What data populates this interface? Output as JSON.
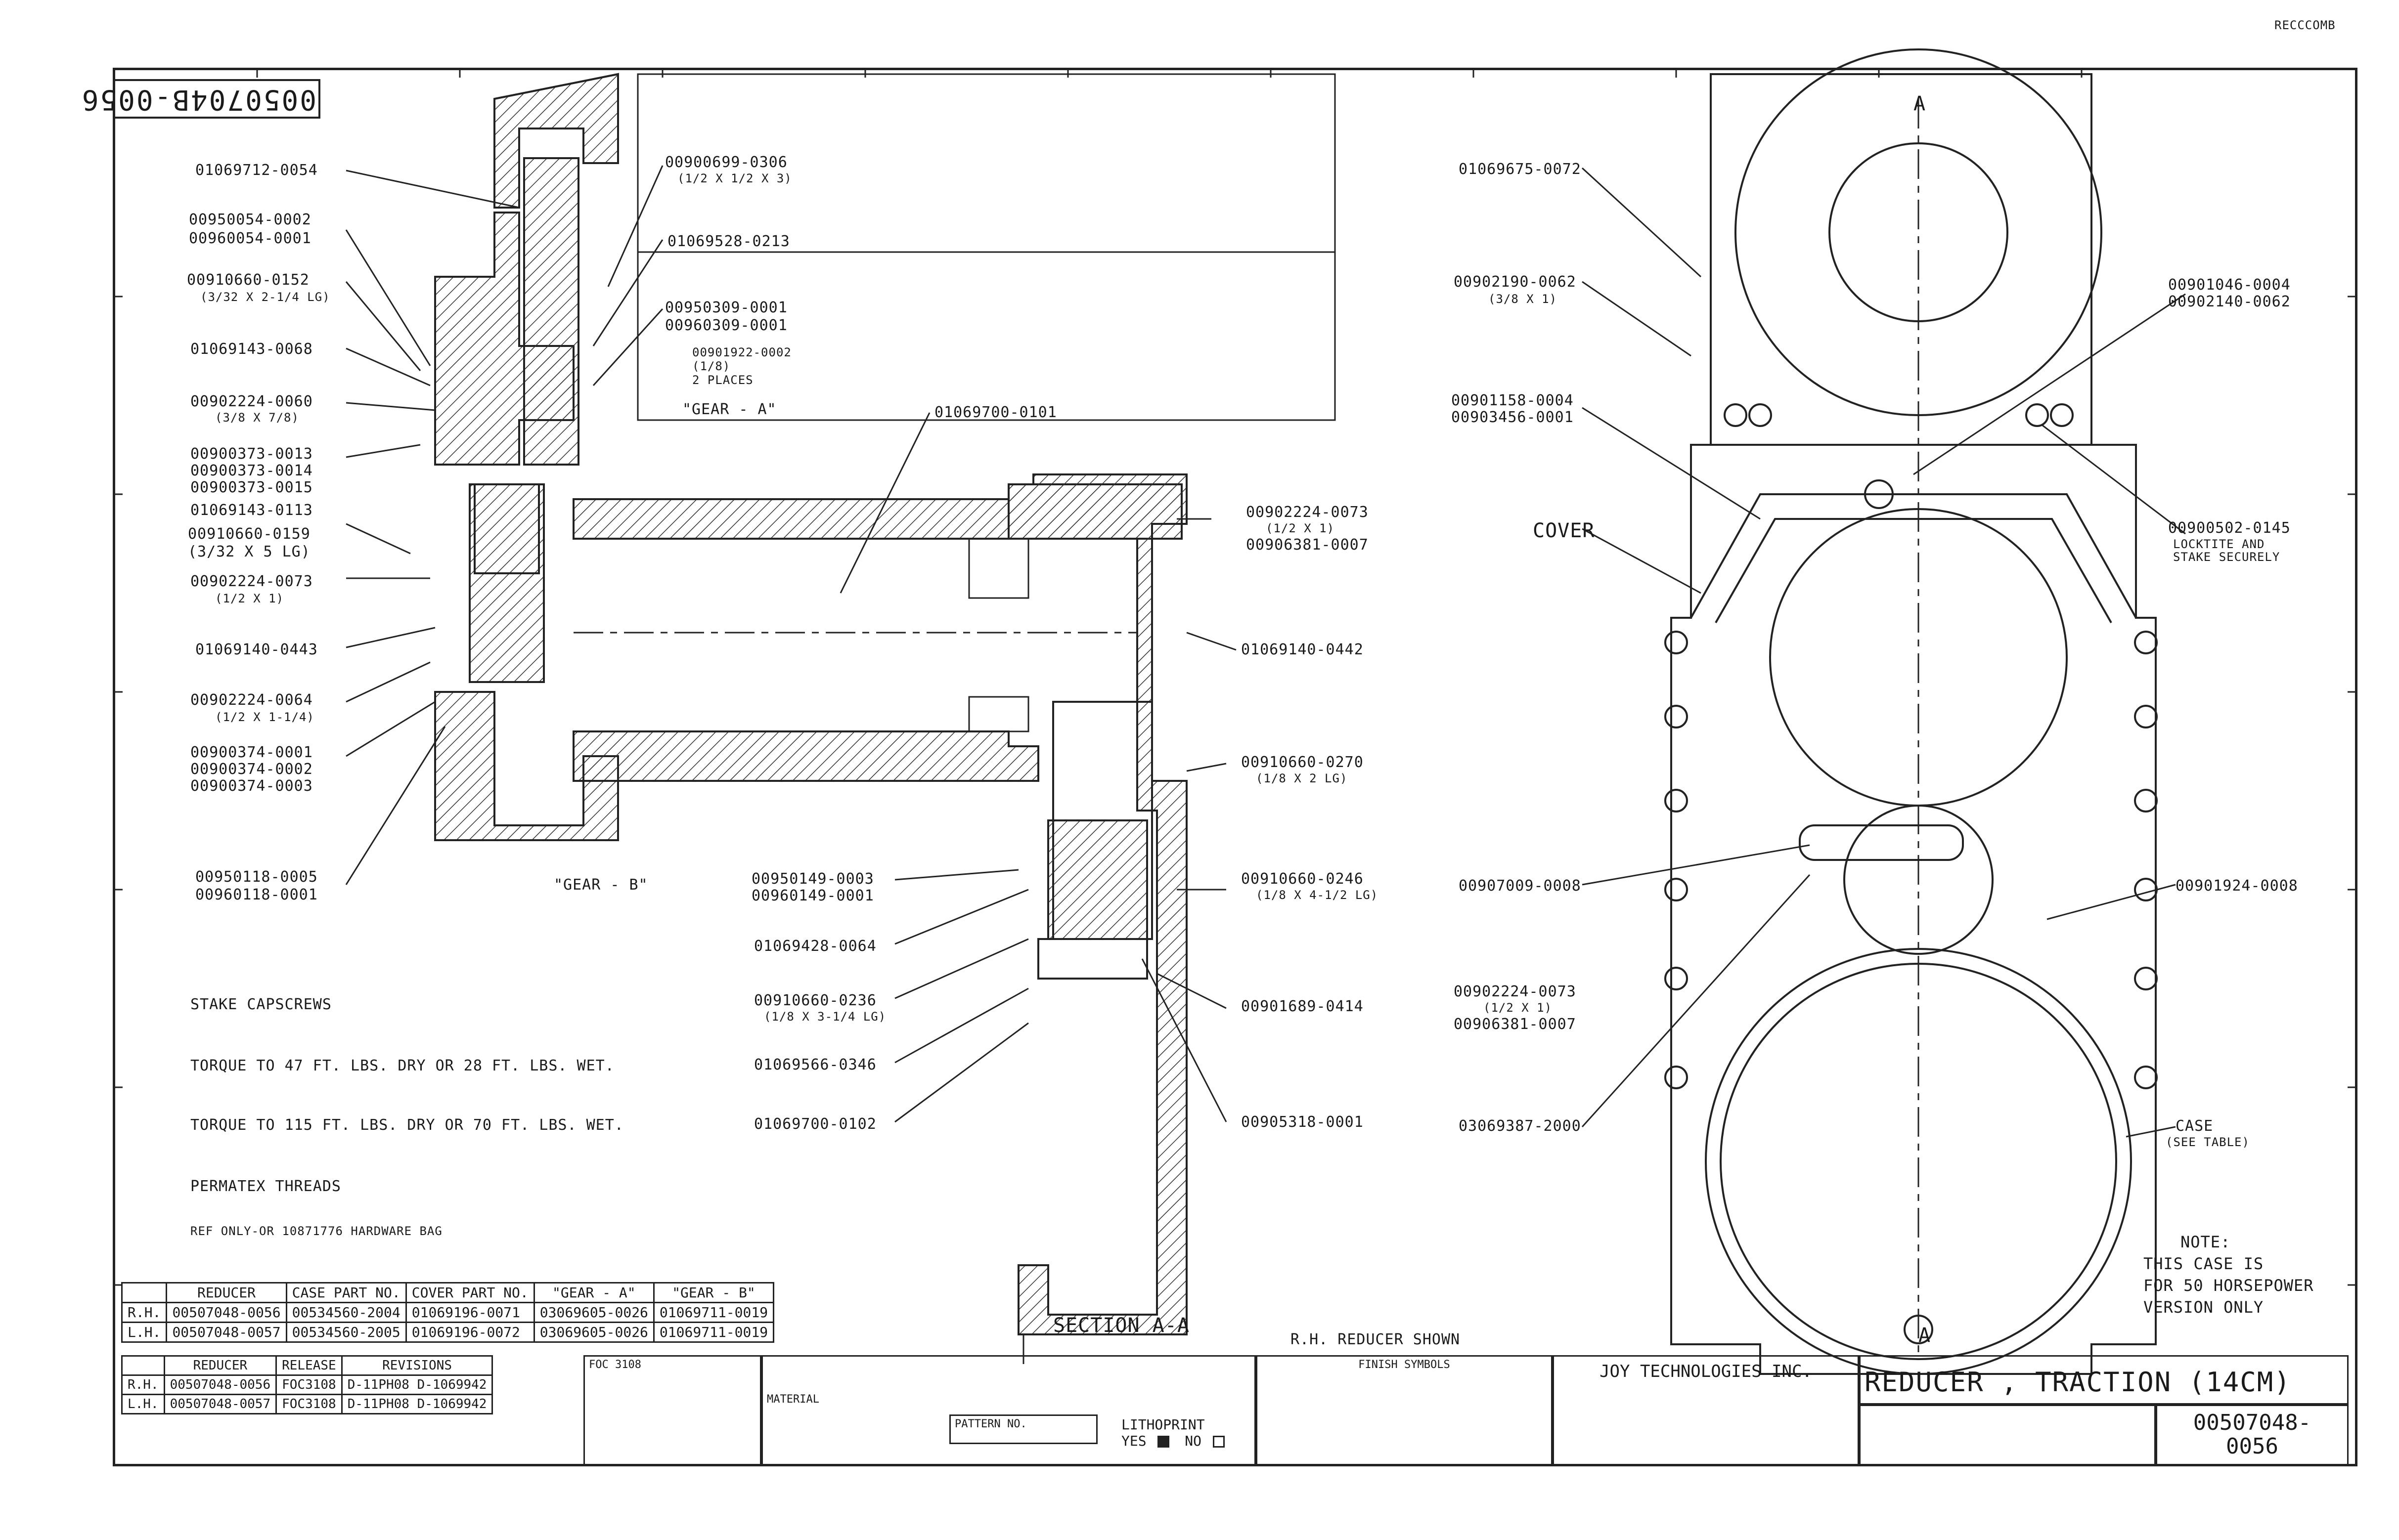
{
  "drawing": {
    "corner_stamp": "0050704B-0056",
    "top_right_stamp": "RECCCOMB"
  },
  "left_callouts": [
    {
      "text": "01069712-0054"
    },
    {
      "text": "00950054-0002"
    },
    {
      "text": "00960054-0001"
    },
    {
      "text": "00910660-0152"
    },
    {
      "text": "(3/32 X 2-1/4 LG)"
    },
    {
      "text": "01069143-0068"
    },
    {
      "text": "00902224-0060"
    },
    {
      "text": "(3/8 X 7/8)"
    },
    {
      "text": "00900373-0013"
    },
    {
      "text": "00900373-0014"
    },
    {
      "text": "00900373-0015"
    },
    {
      "text": "01069143-0113"
    },
    {
      "text": "00910660-0159"
    },
    {
      "text": "(3/32 X 5 LG)"
    },
    {
      "text": "00902224-0073"
    },
    {
      "text": "(1/2 X 1)"
    },
    {
      "text": "01069140-0443"
    },
    {
      "text": "00902224-0064"
    },
    {
      "text": "(1/2 X 1-1/4)"
    },
    {
      "text": "00900374-0001"
    },
    {
      "text": "00900374-0002"
    },
    {
      "text": "00900374-0003"
    },
    {
      "text": "00950118-0005"
    },
    {
      "text": "00960118-0001"
    }
  ],
  "center_callouts": [
    {
      "text": "00900699-0306"
    },
    {
      "text": "(1/2 X 1/2 X 3)"
    },
    {
      "text": "01069528-0213"
    },
    {
      "text": "00950309-0001"
    },
    {
      "text": "00960309-0001"
    },
    {
      "text": "00901922-0002"
    },
    {
      "text": "(1/8)"
    },
    {
      "text": "2 PLACES"
    },
    {
      "text": "\"GEAR - A\""
    },
    {
      "text": "01069700-0101"
    },
    {
      "text": "\"GEAR - B\""
    },
    {
      "text": "00950149-0003"
    },
    {
      "text": "00960149-0001"
    },
    {
      "text": "01069428-0064"
    },
    {
      "text": "00910660-0236"
    },
    {
      "text": "(1/8 X 3-1/4 LG)"
    },
    {
      "text": "01069566-0346"
    },
    {
      "text": "01069700-0102"
    },
    {
      "text": "00902224-0073"
    },
    {
      "text": "(1/2 X 1)"
    },
    {
      "text": "00906381-0007"
    },
    {
      "text": "01069140-0442"
    },
    {
      "text": "00910660-0270"
    },
    {
      "text": "(1/8 X 2 LG)"
    },
    {
      "text": "00910660-0246"
    },
    {
      "text": "(1/8 X 4-1/2 LG)"
    },
    {
      "text": "00901689-0414"
    },
    {
      "text": "00905318-0001"
    },
    {
      "text": "SECTION A-A"
    }
  ],
  "right_callouts": [
    {
      "text": "01069675-0072"
    },
    {
      "text": "00902190-0062"
    },
    {
      "text": "(3/8 X 1)"
    },
    {
      "text": "00901158-0004"
    },
    {
      "text": "00903456-0001"
    },
    {
      "text": "COVER"
    },
    {
      "text": "00901046-0004"
    },
    {
      "text": "00902140-0062"
    },
    {
      "text": "00900502-0145"
    },
    {
      "text": "LOCKTITE AND"
    },
    {
      "text": "STAKE SECURELY"
    },
    {
      "text": "00907009-0008"
    },
    {
      "text": "00901924-0008"
    },
    {
      "text": "00902224-0073"
    },
    {
      "text": "(1/2 X 1)"
    },
    {
      "text": "00906381-0007"
    },
    {
      "text": "03069387-2000"
    },
    {
      "text": "CASE"
    },
    {
      "text": "(SEE TABLE)"
    },
    {
      "text": "NOTE:"
    },
    {
      "text": "THIS CASE IS"
    },
    {
      "text": "FOR 50 HORSEPOWER"
    },
    {
      "text": "VERSION ONLY"
    },
    {
      "text": "A"
    },
    {
      "text": "A"
    },
    {
      "text": "R.H. REDUCER SHOWN"
    }
  ],
  "legend": [
    {
      "text": "STAKE CAPSCREWS"
    },
    {
      "text": "TORQUE TO 47 FT. LBS. DRY OR 28 FT. LBS. WET."
    },
    {
      "text": "TORQUE TO 115 FT. LBS. DRY OR 70 FT. LBS. WET."
    },
    {
      "text": "PERMATEX THREADS"
    },
    {
      "text": "REF ONLY-OR 10871776 HARDWARE BAG"
    }
  ],
  "part_table": {
    "headers": [
      "",
      "REDUCER",
      "CASE PART NO.",
      "COVER PART NO.",
      "\"GEAR - A\"",
      "\"GEAR - B\""
    ],
    "rows": [
      [
        "R.H.",
        "00507048-0056",
        "00534560-2004",
        "01069196-0071",
        "03069605-0026",
        "01069711-0019"
      ],
      [
        "L.H.",
        "00507048-0057",
        "00534560-2005",
        "01069196-0072",
        "03069605-0026",
        "01069711-0019"
      ]
    ]
  },
  "release_table": {
    "headers": [
      "",
      "REDUCER",
      "RELEASE",
      "REVISIONS"
    ],
    "rows": [
      [
        "R.H.",
        "00507048-0056",
        "FOC3108",
        "D-11PH08  D-1069942"
      ],
      [
        "L.H.",
        "00507048-0057",
        "FOC3108",
        "D-11PH08  D-1069942"
      ]
    ]
  },
  "title_block": {
    "company": "JOY TECHNOLOGIES INC.",
    "title": "REDUCER , TRACTION (14CM)",
    "drawing_number_line1": "00507048-",
    "drawing_number_line2": "0056",
    "pattern": "PATTERN NO.",
    "material": "MATERIAL",
    "lithoprint": "LITHOPRINT",
    "lithoprint_yes": "YES",
    "lithoprint_no": "NO",
    "symbols_header": "FINISH SYMBOLS",
    "foc": "FOC 3108"
  }
}
